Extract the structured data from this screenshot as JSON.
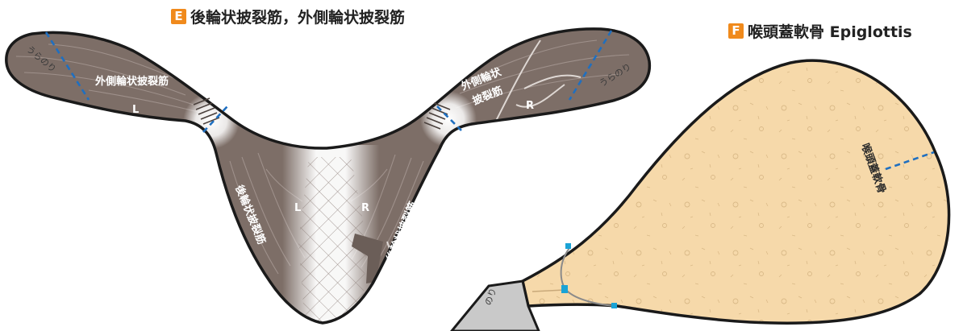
{
  "section_e": {
    "badge": "E",
    "title": "後輪状披裂筋，外側輪状披裂筋",
    "label_lateral_left": "外側輪状披裂筋",
    "label_lateral_right": [
      "外側輪状",
      "披裂筋"
    ],
    "label_posterior_left": "後輪状披裂筋",
    "label_posterior_right": "後輪状披裂筋",
    "side_left": "L",
    "side_right": "R",
    "note_left": "うらのり",
    "note_right": "うらのり"
  },
  "section_f": {
    "badge": "F",
    "title": "喉頭蓋軟骨 Epiglottis",
    "label_cartilage": "喉頭蓋軟骨",
    "note_glue": "のり"
  },
  "colors": {
    "muscle": "#7d6e67",
    "outline": "#1a1a1a",
    "cartilage": "#f6d9aa",
    "fold_line": "#1f6fc0",
    "badge": "#f08a1c",
    "marker": "#1aa3d6"
  }
}
